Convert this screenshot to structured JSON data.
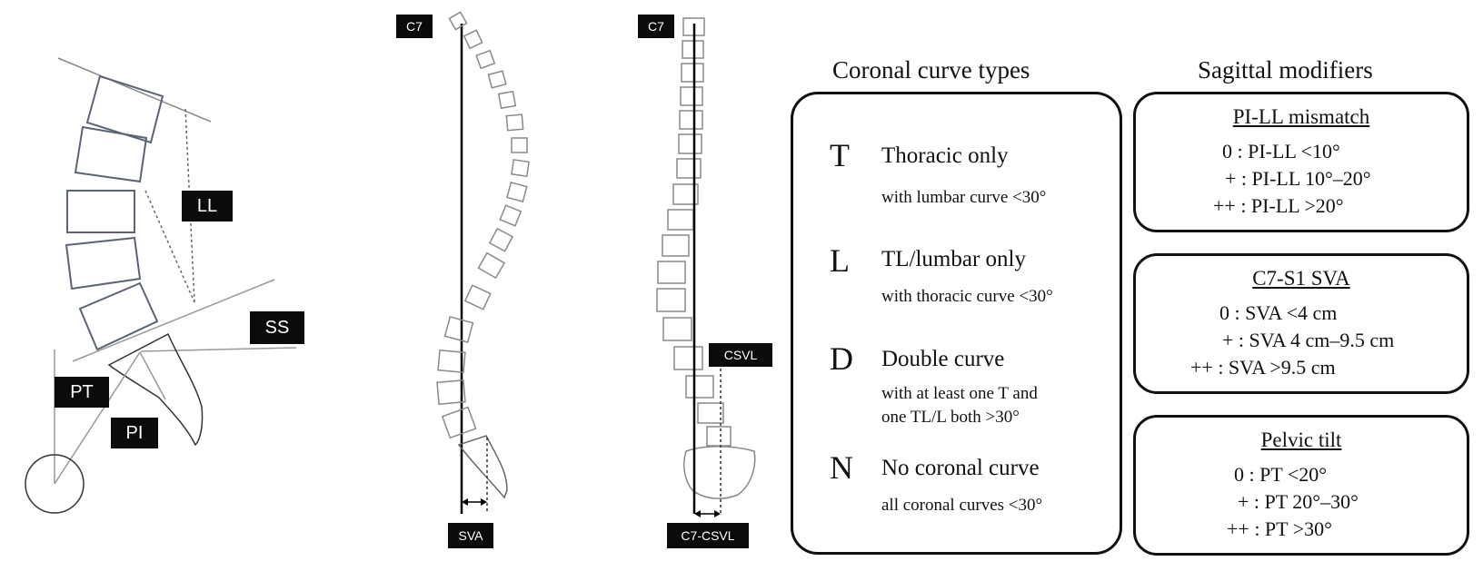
{
  "diagram1": {
    "labels": {
      "ll": "LL",
      "ss": "SS",
      "pt": "PT",
      "pi": "PI"
    }
  },
  "diagram2": {
    "labels": {
      "c7": "C7",
      "sva": "SVA"
    }
  },
  "diagram3": {
    "labels": {
      "c7": "C7",
      "csvl": "CSVL",
      "c7_csvl": "C7-CSVL"
    }
  },
  "coronal": {
    "heading": "Coronal curve types",
    "items": [
      {
        "letter": "T",
        "title": "Thoracic only",
        "desc": [
          "with lumbar curve <30°"
        ]
      },
      {
        "letter": "L",
        "title": "TL/lumbar only",
        "desc": [
          "with thoracic curve <30°"
        ]
      },
      {
        "letter": "D",
        "title": "Double curve",
        "desc": [
          "with at least one T and",
          "one TL/L both >30°"
        ]
      },
      {
        "letter": "N",
        "title": "No coronal curve",
        "desc": [
          "all coronal curves <30°"
        ]
      }
    ]
  },
  "sagittal": {
    "heading": "Sagittal modifiers",
    "boxes": [
      {
        "title": "PI-LL mismatch",
        "rows": [
          "0 : PI-LL <10°",
          "+ : PI-LL 10°–20°",
          "++ : PI-LL >20°"
        ]
      },
      {
        "title": "C7-S1 SVA",
        "rows": [
          "0 : SVA <4 cm",
          "+ : SVA 4 cm–9.5 cm",
          "++ : SVA >9.5 cm"
        ]
      },
      {
        "title": "Pelvic tilt",
        "rows": [
          "0 : PT <20°",
          "+ : PT 20°–30°",
          "++ : PT >30°"
        ]
      }
    ]
  }
}
